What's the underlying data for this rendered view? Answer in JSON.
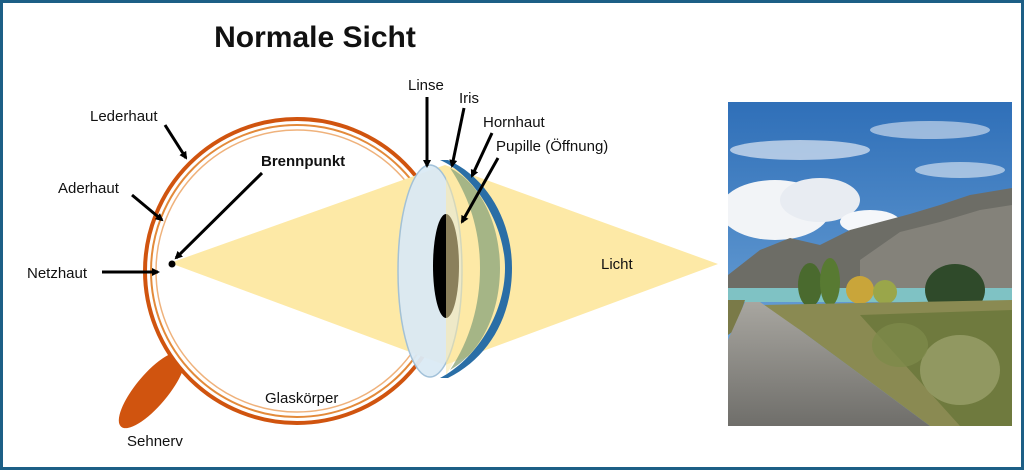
{
  "title": "Normale Sicht",
  "labels": {
    "lederhaut": "Lederhaut",
    "aderhaut": "Aderhaut",
    "netzhaut": "Netzhaut",
    "brennpunkt": "Brennpunkt",
    "linse": "Linse",
    "iris": "Iris",
    "hornhaut": "Hornhaut",
    "pupille": "Pupille (Öffnung)",
    "licht": "Licht",
    "glaskoerper": "Glaskörper",
    "sehnerv": "Sehnerv"
  },
  "photo": {
    "description_icon": "landscape-photo-icon"
  },
  "colors": {
    "frame": "#1d5f86",
    "sclera": "#d0540f",
    "choroid": "#e38a3a",
    "light": "#fde9a6",
    "lens": "#dbeaf5",
    "cornea": "#2a6ea6",
    "pupil": "#000000"
  }
}
